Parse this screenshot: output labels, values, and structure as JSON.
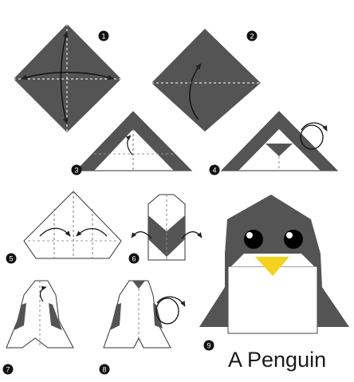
{
  "title": "A Penguin",
  "steps": [
    "1",
    "2",
    "3",
    "4",
    "5",
    "6",
    "7",
    "8",
    "9"
  ],
  "colors": {
    "paper_dark": "#545454",
    "paper_light": "#ffffff",
    "outline": "#333333",
    "arrow": "#222222",
    "beak": "#f4d21e",
    "step_badge": "#111111"
  },
  "icons": {
    "fold_arrow": "curved-arrow-icon",
    "flip_over": "turn-over-icon",
    "step_marker": "numbered-circle-icon"
  }
}
